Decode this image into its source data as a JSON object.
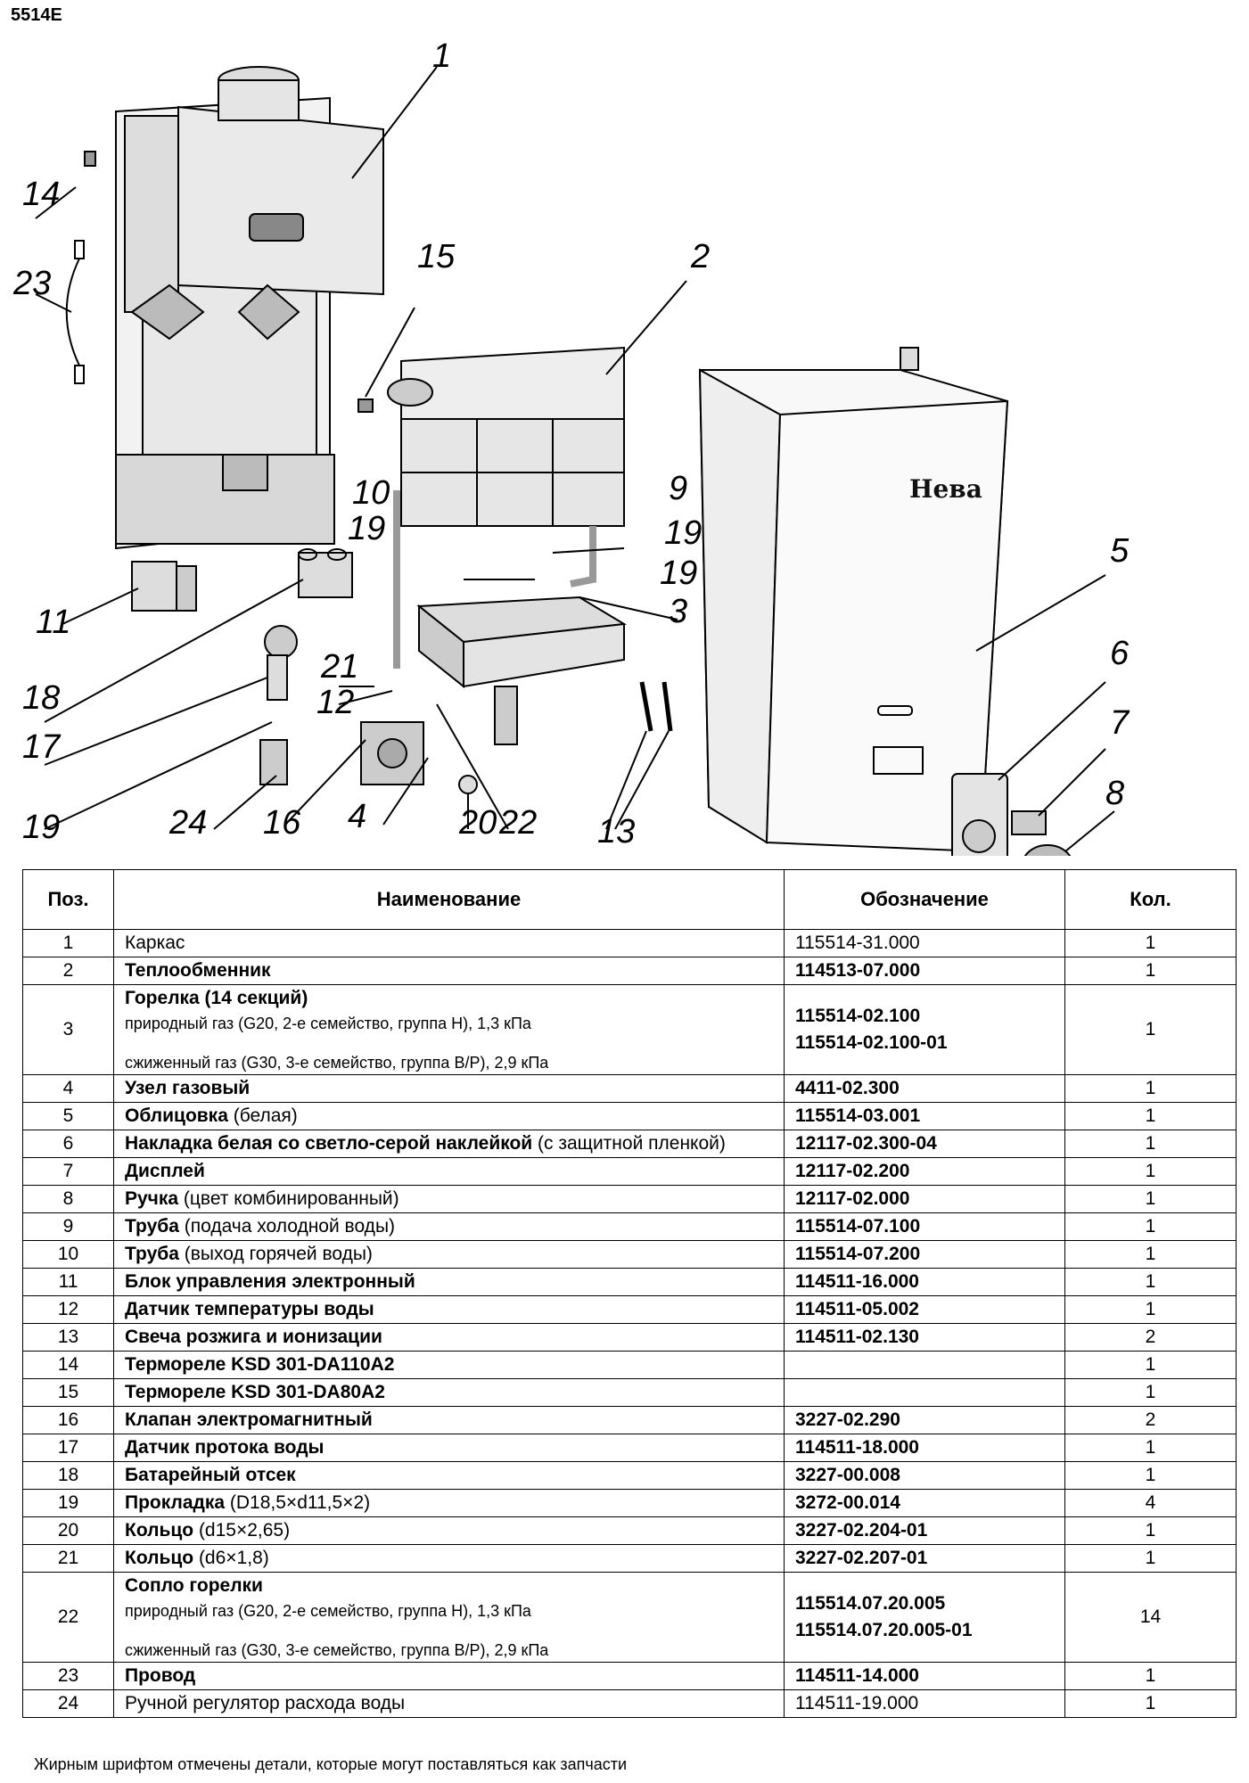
{
  "model": "5514E",
  "brand_label": "Нева",
  "callouts": [
    "1",
    "2",
    "3",
    "4",
    "5",
    "6",
    "7",
    "8",
    "9",
    "10",
    "11",
    "12",
    "13",
    "14",
    "15",
    "16",
    "17",
    "18",
    "19",
    "20",
    "21",
    "22",
    "23",
    "24"
  ],
  "table": {
    "headers": {
      "pos": "Поз.",
      "name": "Наименование",
      "code": "Обозначение",
      "qty": "Кол."
    },
    "rows": [
      {
        "pos": "1",
        "name_bold": "",
        "name_rest": "Каркас",
        "code": "115514-31.000",
        "code_bold": false,
        "qty": "1"
      },
      {
        "pos": "2",
        "name_bold": "Теплообменник",
        "name_rest": "",
        "code": "114513-07.000",
        "code_bold": true,
        "qty": "1"
      },
      {
        "pos": "3",
        "name_bold": "Горелка (14 секций)",
        "sub1": "природный газ (G20, 2-е семейство, группа H), 1,3 кПа",
        "sub2": "сжиженный газ (G30, 3-е семейство, группа B/P), 2,9 кПа",
        "code": "115514-02.100",
        "code2": "115514-02.100-01",
        "code_bold": true,
        "qty": "1"
      },
      {
        "pos": "4",
        "name_bold": "Узел газовый",
        "name_rest": "",
        "code": "4411-02.300",
        "code_bold": true,
        "qty": "1"
      },
      {
        "pos": "5",
        "name_bold": "Облицовка",
        "name_rest": " (белая)",
        "code": "115514-03.001",
        "code_bold": true,
        "qty": "1"
      },
      {
        "pos": "6",
        "name_bold": "Накладка белая со светло-серой наклейкой",
        "name_rest": " (с защитной пленкой)",
        "code": "12117-02.300-04",
        "code_bold": true,
        "qty": "1"
      },
      {
        "pos": "7",
        "name_bold": "Дисплей",
        "name_rest": "",
        "code": "12117-02.200",
        "code_bold": true,
        "qty": "1"
      },
      {
        "pos": "8",
        "name_bold": "Ручка",
        "name_rest": " (цвет комбинированный)",
        "code": "12117-02.000",
        "code_bold": true,
        "qty": "1"
      },
      {
        "pos": "9",
        "name_bold": "Труба",
        "name_rest": " (подача холодной воды)",
        "code": "115514-07.100",
        "code_bold": true,
        "qty": "1"
      },
      {
        "pos": "10",
        "name_bold": "Труба",
        "name_rest": " (выход горячей воды)",
        "code": "115514-07.200",
        "code_bold": true,
        "qty": "1"
      },
      {
        "pos": "11",
        "name_bold": "Блок управления электронный",
        "name_rest": "",
        "code": "114511-16.000",
        "code_bold": true,
        "qty": "1"
      },
      {
        "pos": "12",
        "name_bold": "Датчик температуры воды",
        "name_rest": "",
        "code": "114511-05.002",
        "code_bold": true,
        "qty": "1"
      },
      {
        "pos": "13",
        "name_bold": "Свеча розжига и ионизации",
        "name_rest": "",
        "code": "114511-02.130",
        "code_bold": true,
        "qty": "2"
      },
      {
        "pos": "14",
        "name_bold": "Термореле KSD 301-DA110A2",
        "name_rest": "",
        "code": "",
        "code_bold": true,
        "qty": "1"
      },
      {
        "pos": "15",
        "name_bold": "Термореле KSD 301-DA80A2",
        "name_rest": "",
        "code": "",
        "code_bold": true,
        "qty": "1"
      },
      {
        "pos": "16",
        "name_bold": "Клапан электромагнитный",
        "name_rest": "",
        "code": "3227-02.290",
        "code_bold": true,
        "qty": "2"
      },
      {
        "pos": "17",
        "name_bold": "Датчик протока воды",
        "name_rest": "",
        "code": "114511-18.000",
        "code_bold": true,
        "qty": "1"
      },
      {
        "pos": "18",
        "name_bold": "Батарейный отсек",
        "name_rest": "",
        "code": "3227-00.008",
        "code_bold": true,
        "qty": "1"
      },
      {
        "pos": "19",
        "name_bold": "Прокладка",
        "name_rest": " (D18,5×d11,5×2)",
        "code": "3272-00.014",
        "code_bold": true,
        "qty": "4"
      },
      {
        "pos": "20",
        "name_bold": "Кольцо",
        "name_rest": " (d15×2,65)",
        "code": "3227-02.204-01",
        "code_bold": true,
        "qty": "1"
      },
      {
        "pos": "21",
        "name_bold": "Кольцо",
        "name_rest": " (d6×1,8)",
        "code": "3227-02.207-01",
        "code_bold": true,
        "qty": "1"
      },
      {
        "pos": "22",
        "name_bold": "Сопло горелки",
        "sub1": "природный газ (G20, 2-е семейство, группа H), 1,3 кПа",
        "sub2": "сжиженный газ (G30, 3-е семейство, группа B/P), 2,9 кПа",
        "code": "115514.07.20.005",
        "code2": "115514.07.20.005-01",
        "code_bold": true,
        "qty": "14"
      },
      {
        "pos": "23",
        "name_bold": "Провод",
        "name_rest": "",
        "code": "114511-14.000",
        "code_bold": true,
        "qty": "1"
      },
      {
        "pos": "24",
        "name_bold": "",
        "name_rest": "Ручной регулятор расхода воды",
        "code": "114511-19.000",
        "code_bold": false,
        "qty": "1"
      }
    ]
  },
  "footnote": "Жирным шрифтом отмечены детали, которые могут поставляться как запчасти"
}
